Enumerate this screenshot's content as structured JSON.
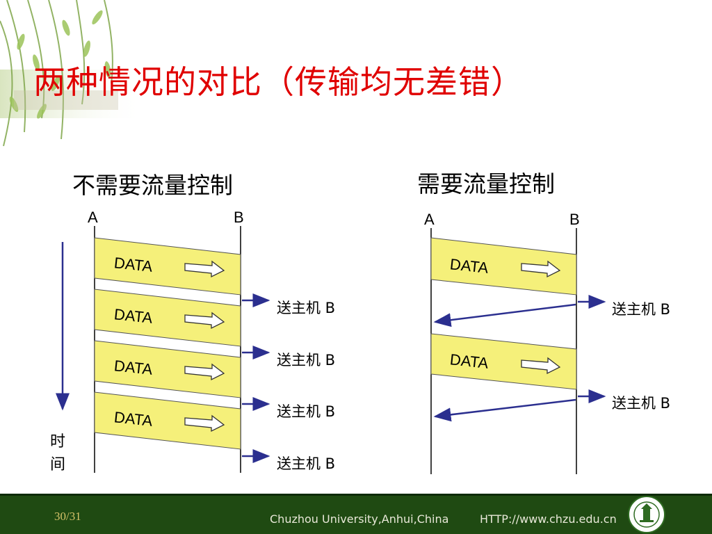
{
  "title": {
    "highlight": "两种情况的",
    "rest": "对比（传输均无差错）"
  },
  "left_diagram": {
    "heading": "不需要流量控制",
    "host_a": "A",
    "host_b": "B",
    "data_label": "DATA",
    "send_label": "送主机 B",
    "time_label_1": "时",
    "time_label_2": "间"
  },
  "right_diagram": {
    "heading": "需要流量控制",
    "host_a": "A",
    "host_b": "B",
    "data_label": "DATA",
    "send_label": "送主机 B"
  },
  "footer": {
    "page": "30/31",
    "university": "Chuzhou University,Anhui,China",
    "url": "HTTP://www.chzu.edu.cn"
  },
  "colors": {
    "title_red": "#e00000",
    "data_fill": "#f5f07a",
    "arrow_blue": "#2b2f8f",
    "footer_green": "#1f4a12"
  }
}
